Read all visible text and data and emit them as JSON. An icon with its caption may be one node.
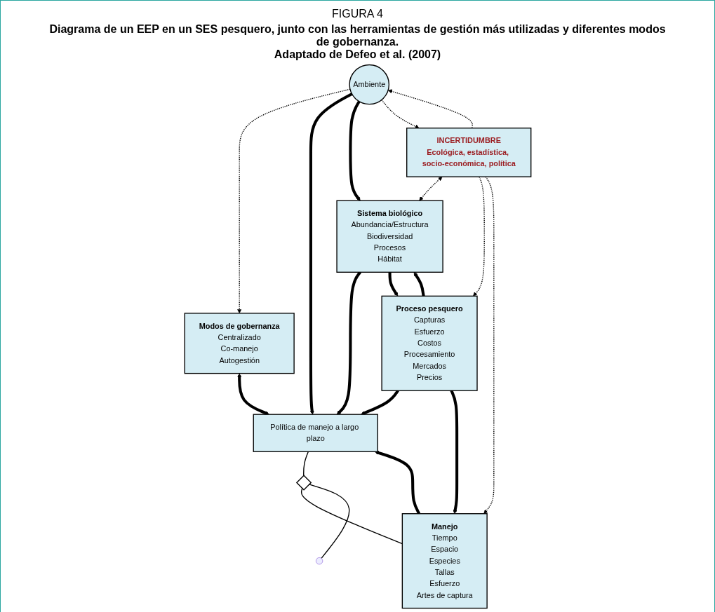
{
  "diagram": {
    "title": "FIGURA 4",
    "caption": "Diagrama de un EEP en un SES pesquero, junto con las herramientas de gestión más utilizadas y diferentes modos de gobernanza.",
    "labels": [
      "Adaptado de Defeo et al. (2007)"
    ],
    "nodes": [
      {
        "text": [
          "Modos de gobernanza",
          "Centralizado",
          "Co-manejo",
          "Autogestión"
        ]
      },
      {
        "text": [
          "Política de manejo a largo plazo"
        ]
      },
      {
        "text": [
          "Manejo",
          "Tiempo",
          "Espacio",
          "Especies",
          "Tallas",
          "Esfuerzo",
          "Artes de captura"
        ]
      },
      {
        "text": [],
        "shape": "diamond"
      },
      {
        "text": [
          "Ambiente"
        ]
      },
      {
        "text": [
          "Sistema biológico",
          "Abundancia/Estructura",
          "Biodiversidad",
          "Procesos",
          "Hábitat"
        ]
      },
      {
        "text": [
          "Proceso pesquero",
          "Capturas",
          "Esfuerzo",
          "Costos",
          "Procesamiento",
          "Mercados",
          "Precios"
        ]
      },
      {
        "text": [
          "INCERTIDUMBRE",
          "Ecológica, estadística, socio-económica, política"
        ]
      }
    ],
    "edges": [
      {
        "from": 0,
        "to": 1,
        "arrow": "both",
        "style": "thick"
      },
      {
        "from": 2,
        "to": 1,
        "arrow": "to",
        "style": "thick"
      },
      {
        "from": 1,
        "to": 3,
        "arrow": "none"
      },
      {
        "from": 3,
        "to": 2,
        "arrow": "none"
      },
      {
        "from": 3,
        "to": null,
        "arrow": "none"
      },
      {
        "from": 4,
        "to": 0,
        "arrow": "to",
        "style": "dashed"
      },
      {
        "from": 4,
        "to": 1,
        "arrow": "to",
        "style": "thick"
      },
      {
        "from": 5,
        "to": 1,
        "arrow": "to",
        "style": "thick"
      },
      {
        "from": 6,
        "to": 1,
        "arrow": "to",
        "style": "thick"
      },
      {
        "from": 6,
        "to": 2,
        "arrow": "to",
        "style": "thick"
      },
      {
        "from": 4,
        "to": 5,
        "arrow": "to",
        "style": "thick"
      },
      {
        "from": 5,
        "to": 6,
        "arrow": "to",
        "style": "thick"
      },
      {
        "from": 6,
        "to": 5,
        "arrow": "to",
        "style": "thick"
      },
      {
        "from": 4,
        "to": 7,
        "arrow": "to",
        "style": "dashed"
      },
      {
        "from": 7,
        "to": 5,
        "arrow": "both",
        "style": "dashed"
      },
      {
        "from": 7,
        "to": 4,
        "arrow": "to",
        "style": "dashed"
      },
      {
        "from": 7,
        "to": 6,
        "arrow": "to",
        "style": "dashed"
      },
      {
        "from": 7,
        "to": 2,
        "arrow": "to",
        "style": "dashed"
      }
    ]
  }
}
